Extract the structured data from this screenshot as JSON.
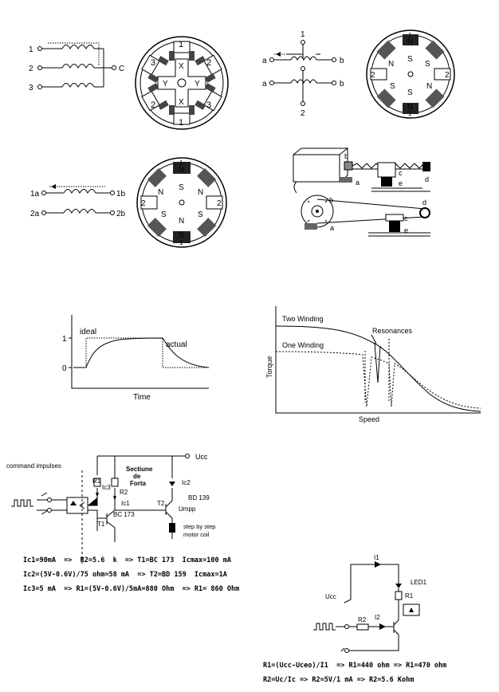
{
  "motor1": {
    "terminals": [
      "1",
      "2",
      "3"
    ],
    "common": "C",
    "poles": [
      "1",
      "2",
      "3",
      "3",
      "2",
      "1"
    ],
    "rotor": [
      "X",
      "Y",
      "Y",
      "X"
    ]
  },
  "motor2": {
    "terminal_1": "1",
    "terminal_2": "2",
    "a_top": "a",
    "b_top": "b",
    "a_bottom": "a",
    "b_bottom": "b",
    "poles": [
      "N",
      "1",
      "2",
      "2",
      "N",
      "1"
    ],
    "inner": [
      "S",
      "N",
      "S",
      "S",
      "N",
      "S"
    ]
  },
  "motor3": {
    "terms": [
      "1a",
      "1b",
      "2a",
      "2b"
    ],
    "poles": [
      "1",
      "N",
      "2",
      "2",
      "S",
      "1"
    ],
    "inner": [
      "S",
      "N",
      "S",
      "N",
      "S",
      "N"
    ]
  },
  "mech": {
    "labels": [
      "b",
      "c",
      "d",
      "a",
      "e",
      "b",
      "c",
      "d",
      "a",
      "e"
    ]
  },
  "response": {
    "ideal": "ideal",
    "actual": "actual",
    "y1": "1",
    "y0": "0",
    "xlabel": "Time"
  },
  "torque": {
    "two": "Two Winding",
    "one": "One Winding",
    "res": "Resonances",
    "ylabel": "Torque",
    "xlabel": "Speed"
  },
  "circuit1": {
    "cmd": "command impulses",
    "ucc": "Ucc",
    "sect1": "Sectiune",
    "sect2": "de",
    "sect3": "Forta",
    "r1": "R1",
    "ic3": "Ic3",
    "r2": "R2",
    "ic1": "Ic1",
    "bc": "BC 173",
    "t1": "T1",
    "ic2": "Ic2",
    "t2": "T2",
    "bd": "BD 139",
    "umpp": "Umpp",
    "coil1": "step by step",
    "coil2": "motor coil"
  },
  "formulas": [
    "Ic1=90mA  =>  R2=5.6  k  => T1=BC 173  Icmax=100 mA",
    "Ic2=(5V-0.6V)/75 ohm=58 mA  => T2=BD 159  Icmax=1A",
    "Ic3=5 mA  => R1=(5V-0.6V)/5mA=880 Ohm  => R1= 860 Ohm"
  ],
  "circuit2": {
    "i1": "I1",
    "led": "LED1",
    "ucc": "Ucc",
    "r1": "R1",
    "r2": "R2",
    "i2": "I2"
  },
  "formulas2": [
    "R1=(Ucc-Uceo)/I1  => R1=440 ohm => R1=470 ohm",
    "R2=Uc/Ic => R2=5V/1 mA => R2=5.6 Kohm"
  ]
}
